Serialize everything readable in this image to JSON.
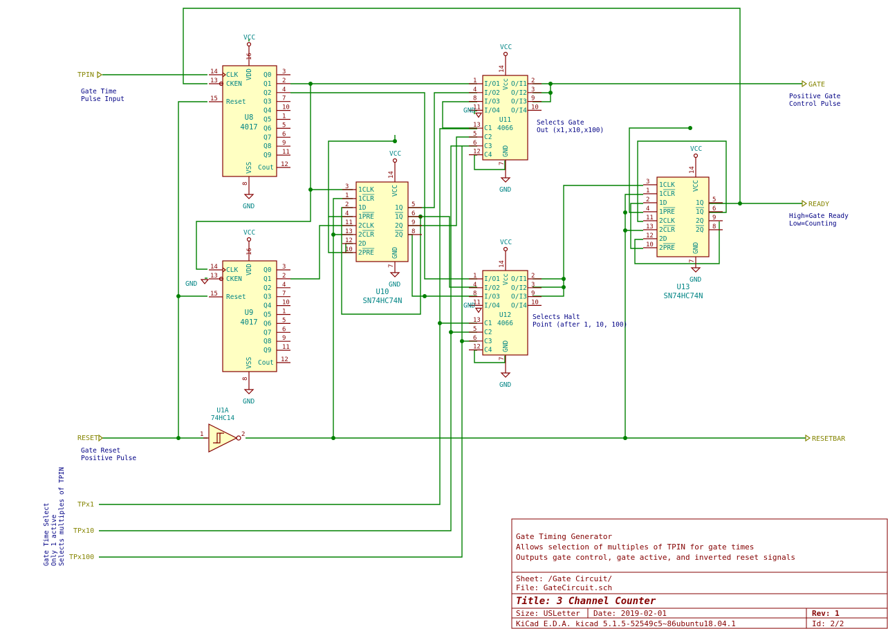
{
  "labels": {
    "tpin": "TPIN",
    "reset": "RESET",
    "tpx1": "TPx1",
    "tpx10": "TPx10",
    "tpx100": "TPx100",
    "gate": "GATE",
    "ready": "READY",
    "resetbar": "RESETBAR"
  },
  "notes": {
    "gate_time_1": "Gate Time",
    "gate_time_2": "Pulse Input",
    "gate_reset_1": "Gate Reset",
    "gate_reset_2": "Positive Pulse",
    "gts_1": "Gate Time Select",
    "gts_2": "Only 1 active",
    "gts_3": "Selects multiples of TPIN",
    "sel_gate_1": "Selects Gate",
    "sel_gate_2": "Out (x1,x10,x100)",
    "sel_halt_1": "Selects Halt",
    "sel_halt_2": "Point (after 1, 10, 100)",
    "pos_gate_1": "Positive Gate",
    "pos_gate_2": "Control Pulse",
    "ready_1": "High=Gate Ready",
    "ready_2": "Low=Counting"
  },
  "power": {
    "vcc": "VCC",
    "gnd": "GND"
  },
  "parts": {
    "u8": {
      "ref": "U8",
      "value": "4017"
    },
    "u9": {
      "ref": "U9",
      "value": "4017"
    },
    "u10": {
      "ref": "U10",
      "value": "SN74HC74N"
    },
    "u11": {
      "ref": "U11",
      "value": "4066"
    },
    "u12": {
      "ref": "U12",
      "value": "4066"
    },
    "u13": {
      "ref": "U13",
      "value": "SN74HC74N"
    },
    "u1a": {
      "ref": "U1A",
      "value": "74HC14"
    }
  },
  "pins4017": {
    "left": [
      {
        "num": "14",
        "name": "CLK"
      },
      {
        "num": "13",
        "name": "CKEN"
      },
      {
        "num": "15",
        "name": "Reset"
      }
    ],
    "right": [
      {
        "num": "3",
        "name": "Q0"
      },
      {
        "num": "2",
        "name": "Q1"
      },
      {
        "num": "4",
        "name": "Q2"
      },
      {
        "num": "7",
        "name": "Q3"
      },
      {
        "num": "10",
        "name": "Q4"
      },
      {
        "num": "1",
        "name": "Q5"
      },
      {
        "num": "5",
        "name": "Q6"
      },
      {
        "num": "6",
        "name": "Q7"
      },
      {
        "num": "9",
        "name": "Q8"
      },
      {
        "num": "11",
        "name": "Q9"
      }
    ],
    "cout": {
      "num": "12",
      "name": "Cout"
    },
    "vdd": {
      "num": "16",
      "name": "VDD"
    },
    "vss": {
      "num": "8",
      "name": "VSS"
    }
  },
  "pins74": {
    "left": [
      {
        "num": "3",
        "name": "1CLK"
      },
      {
        "num": "1",
        "name": "1CLR"
      },
      {
        "num": "2",
        "name": "1D"
      },
      {
        "num": "4",
        "name": "1PRE"
      },
      {
        "num": "11",
        "name": "2CLK"
      },
      {
        "num": "13",
        "name": "2CLR"
      },
      {
        "num": "12",
        "name": "2D"
      },
      {
        "num": "10",
        "name": "2PRE"
      }
    ],
    "right": [
      {
        "num": "5",
        "name": "1Q"
      },
      {
        "num": "6",
        "name": "1Q"
      },
      {
        "num": "9",
        "name": "2Q"
      },
      {
        "num": "8",
        "name": "2Q"
      }
    ],
    "vcc": {
      "num": "14",
      "name": "VCC"
    },
    "gnd": {
      "num": "7",
      "name": "GND"
    }
  },
  "pins4066": {
    "left": [
      {
        "num": "1",
        "name": "I/O1"
      },
      {
        "num": "4",
        "name": "I/O2"
      },
      {
        "num": "8",
        "name": "I/O3"
      },
      {
        "num": "11",
        "name": "I/O4"
      },
      {
        "num": "13",
        "name": "C1"
      },
      {
        "num": "5",
        "name": "C2"
      },
      {
        "num": "6",
        "name": "C3"
      },
      {
        "num": "12",
        "name": "C4"
      }
    ],
    "right": [
      {
        "num": "2",
        "name": "O/I1"
      },
      {
        "num": "3",
        "name": "O/I2"
      },
      {
        "num": "9",
        "name": "O/I3"
      },
      {
        "num": "10",
        "name": "O/I4"
      }
    ],
    "vcc": {
      "num": "14",
      "name": "Vcc"
    },
    "gnd": {
      "num": "7",
      "name": "GND"
    }
  },
  "inverter": {
    "in": "1",
    "out": "2"
  },
  "titleblock": {
    "line1": "Gate Timing Generator",
    "line2": "Allows selection of multiples of TPIN for gate times",
    "line3": "Outputs gate control, gate active, and inverted reset signals",
    "sheet": "Sheet: /Gate Circuit/",
    "file": "File: GateCircuit.sch",
    "title": "Title: 3 Channel Counter",
    "size": "Size: USLetter",
    "date": "Date: 2019-02-01",
    "rev": "Rev: 1",
    "tool": "KiCad E.D.A.  kicad 5.1.5-52549c5~86ubuntu18.04.1",
    "id": "Id: 2/2"
  }
}
